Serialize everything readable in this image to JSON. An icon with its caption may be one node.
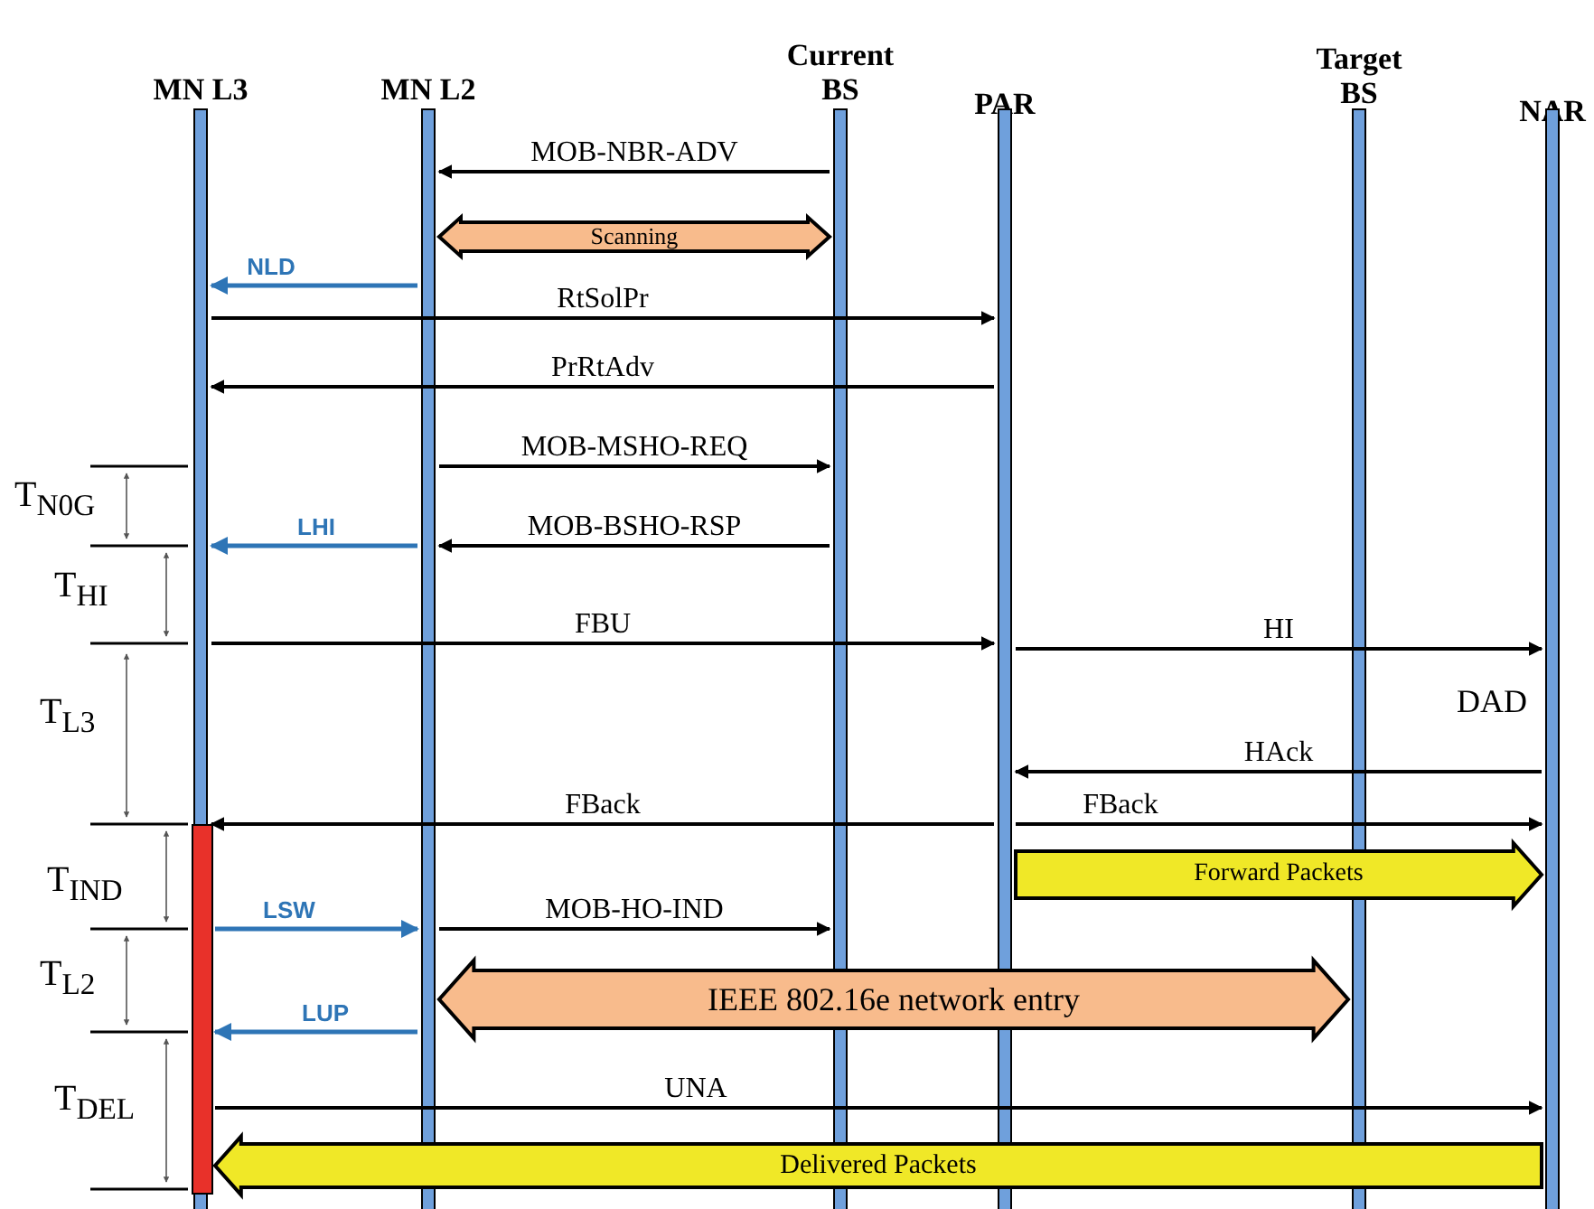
{
  "diagram": {
    "nodes": [
      {
        "text": [
          "MN L3"
        ]
      },
      {
        "text": [
          "MN L2"
        ]
      },
      {
        "text": [
          "Current BS"
        ]
      },
      {
        "text": [
          "PAR"
        ]
      },
      {
        "text": [
          "Target BS"
        ]
      },
      {
        "text": [
          "NAR"
        ]
      },
      {
        "text": [],
        "shape": "bar"
      }
    ],
    "edges": [
      {
        "from": 2,
        "to": 1,
        "arrow": "to",
        "label": "MOB-NBR-ADV"
      },
      {
        "from": 1,
        "to": 2,
        "arrow": "both",
        "label": "Scanning",
        "style": "thick",
        "color": "#f8bb8c"
      },
      {
        "from": 1,
        "to": 0,
        "arrow": "to",
        "label": "NLD",
        "color": "#2e75b6"
      },
      {
        "from": 0,
        "to": 3,
        "arrow": "to",
        "label": "RtSolPr"
      },
      {
        "from": 3,
        "to": 0,
        "arrow": "to",
        "label": "PrRtAdv"
      },
      {
        "from": 1,
        "to": 2,
        "arrow": "to",
        "label": "MOB-MSHO-REQ"
      },
      {
        "from": 1,
        "to": 0,
        "arrow": "to",
        "label": "LHI",
        "color": "#2e75b6"
      },
      {
        "from": 2,
        "to": 1,
        "arrow": "to",
        "label": "MOB-BSHO-RSP"
      },
      {
        "from": 0,
        "to": 3,
        "arrow": "to",
        "label": "FBU"
      },
      {
        "from": 3,
        "to": 5,
        "arrow": "to",
        "label": "HI"
      },
      {
        "from": 5,
        "to": 3,
        "arrow": "to",
        "label": "HAck"
      },
      {
        "from": 3,
        "to": 0,
        "arrow": "to",
        "label": "FBack"
      },
      {
        "from": 3,
        "to": 5,
        "arrow": "to",
        "label": "FBack"
      },
      {
        "from": 3,
        "to": 5,
        "arrow": "to",
        "label": "Forward Packets",
        "style": "thick",
        "color": "#f0e827"
      },
      {
        "from": 6,
        "to": 1,
        "arrow": "to",
        "label": "LSW",
        "color": "#2e75b6"
      },
      {
        "from": 1,
        "to": 2,
        "arrow": "to",
        "label": "MOB-HO-IND"
      },
      {
        "from": 1,
        "to": 4,
        "arrow": "both",
        "label": "IEEE 802.16e network entry",
        "style": "thick",
        "color": "#f8bb8c"
      },
      {
        "from": 1,
        "to": 6,
        "arrow": "to",
        "label": "LUP",
        "color": "#2e75b6"
      },
      {
        "from": 6,
        "to": 5,
        "arrow": "to",
        "label": "UNA"
      },
      {
        "from": 5,
        "to": 6,
        "arrow": "to",
        "label": "Delivered Packets",
        "style": "thick",
        "color": "#f0e827"
      }
    ],
    "labels": [
      "DAD",
      "T$_{N0G}$",
      "T$_{HI}$",
      "T$_{L3}$",
      "T$_{IND}$",
      "T$_{L2}$",
      "T$_{DEL}$"
    ]
  }
}
